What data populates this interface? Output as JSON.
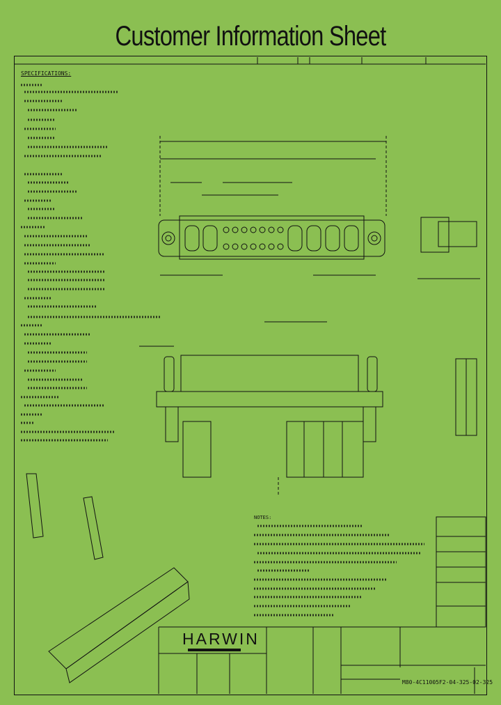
{
  "title": "Customer Information Sheet",
  "specifications_heading": "SPECIFICATIONS:",
  "notes_heading": "NOTES:",
  "logo_text": "HARWIN",
  "part_number": "M80-4C11005F2-04-325-02-325",
  "colors": {
    "background": "#8bbf52",
    "ink": "#111111"
  }
}
